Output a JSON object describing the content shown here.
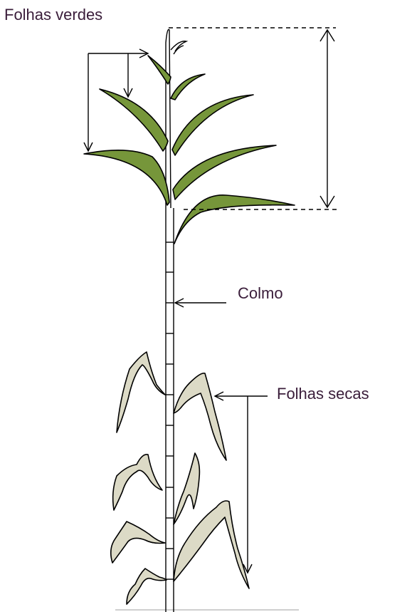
{
  "labels": {
    "green_leaves": "Folhas verdes",
    "stalk": "Colmo",
    "dry_leaves": "Folhas secas"
  },
  "colors": {
    "green_leaf": "#76963a",
    "dry_leaf": "#dcdac6",
    "ink": "#000000",
    "label_text": "#3a1d3a"
  }
}
